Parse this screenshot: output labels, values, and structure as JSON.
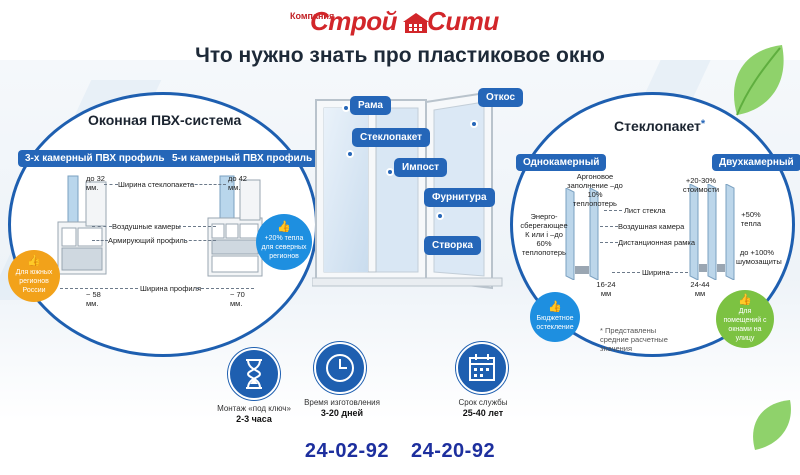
{
  "logo": {
    "small": "Компания",
    "main": "Строй Сити",
    "main_left": "Строй",
    "main_right": "Сити"
  },
  "title": "Что нужно знать про пластиковое окно",
  "pvc": {
    "title": "Оконная ПВХ-система",
    "profile3_label": "3-х камерный ПВХ профиль",
    "profile5_label": "5-и камерный ПВХ профиль",
    "glass_width_label": "Ширина стеклопакета",
    "glass3_size": "до 32 мм.",
    "glass5_size": "до 42 мм.",
    "air_chambers": "Воздушные камеры",
    "reinforcing": "Армирующий профиль",
    "profile_width": "Ширина профиля",
    "width3": "~ 58 мм.",
    "width5": "~ 70 мм.",
    "badge_south": "Для южных регионов России",
    "badge_north": "+20% тепла для северных регионов"
  },
  "window_parts": {
    "frame": "Рама",
    "slope": "Откос",
    "glass_unit": "Стеклопакет",
    "mullion": "Импост",
    "hardware": "Фурнитура",
    "sash": "Створка"
  },
  "glazing": {
    "title": "Стеклопакет",
    "asterisk": "*",
    "single_label": "Однокамерный",
    "double_label": "Двухкамерный",
    "argon": "Аргоновое заполнение –до 10% теплопотерь",
    "energy": "Энерго-сберегающее К или i –до 60% теплопотерь",
    "glass_sheet": "Лист стекла",
    "air_chamber": "Воздушная камера",
    "spacer": "Дистанционная рамка",
    "width": "Ширина",
    "single_width": "16-24 мм",
    "double_width": "24-44 мм",
    "cost": "+20-30% стоимости",
    "warmth": "+50% тепла",
    "noise": "до +100% шумозащиты",
    "badge_budget": "Бюджетное остекление",
    "badge_street": "Для помещений с окнами на улицу",
    "footnote": "* Представлены средние расчетные значения"
  },
  "bottom": {
    "install_caption": "Монтаж «под ключ»",
    "install_value": "2-3 часа",
    "make_caption": "Время изготовления",
    "make_value": "3-20 дней",
    "service_caption": "Срок службы",
    "service_value": "25-40 лет"
  },
  "phones": {
    "phone1": "24-02-92",
    "phone2": "24-20-92"
  },
  "colors": {
    "brand_red": "#d2262a",
    "accent_blue": "#2566b8",
    "phone_blue": "#1d2f9e",
    "orange": "#f2a21a",
    "green": "#7cc242",
    "light_blue": "#1e8fe0"
  },
  "icons": [
    "house-icon",
    "hourglass-icon",
    "clock-icon",
    "calendar-icon",
    "thumbs-up-icon",
    "leaf-icon"
  ]
}
